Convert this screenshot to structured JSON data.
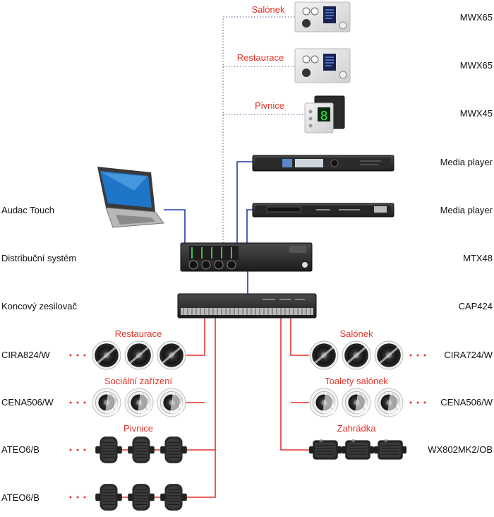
{
  "colors": {
    "blue_cable": "#1b3fa8",
    "red_cable": "#e2342c",
    "dotted_cable": "#6b7fa8",
    "zone_label": "#e2342c"
  },
  "labels": {
    "mwx65_1": "MWX65",
    "mwx65_2": "MWX65",
    "mwx45": "MWX45",
    "media_player_1": "Media player",
    "media_player_2": "Media player",
    "audac_touch": "Audac Touch",
    "distribution": "Distribuční systém",
    "mtx48": "MTX48",
    "amplifier": "Koncový zesilovač",
    "cap424": "CAP424",
    "cira824": "CIRA824/W",
    "cira724": "CIRA724/W",
    "cena506_left": "CENA506/W",
    "cena506_right": "CENA506/W",
    "ateo6_1": "ATEO6/B",
    "ateo6_2": "ATEO6/B",
    "wx802": "WX802MK2/OB"
  },
  "zones": {
    "wall_salonek": "Salónek",
    "wall_restaurace": "Restaurace",
    "wall_pivnice": "Pivnice",
    "spk_restaurace": "Restaurace",
    "spk_socialni": "Sociální zařízení",
    "spk_pivnice": "Pivnice",
    "spk_salonek": "Salónek",
    "spk_toalety": "Toalety salónek",
    "spk_zahradka": "Zahrádka"
  }
}
